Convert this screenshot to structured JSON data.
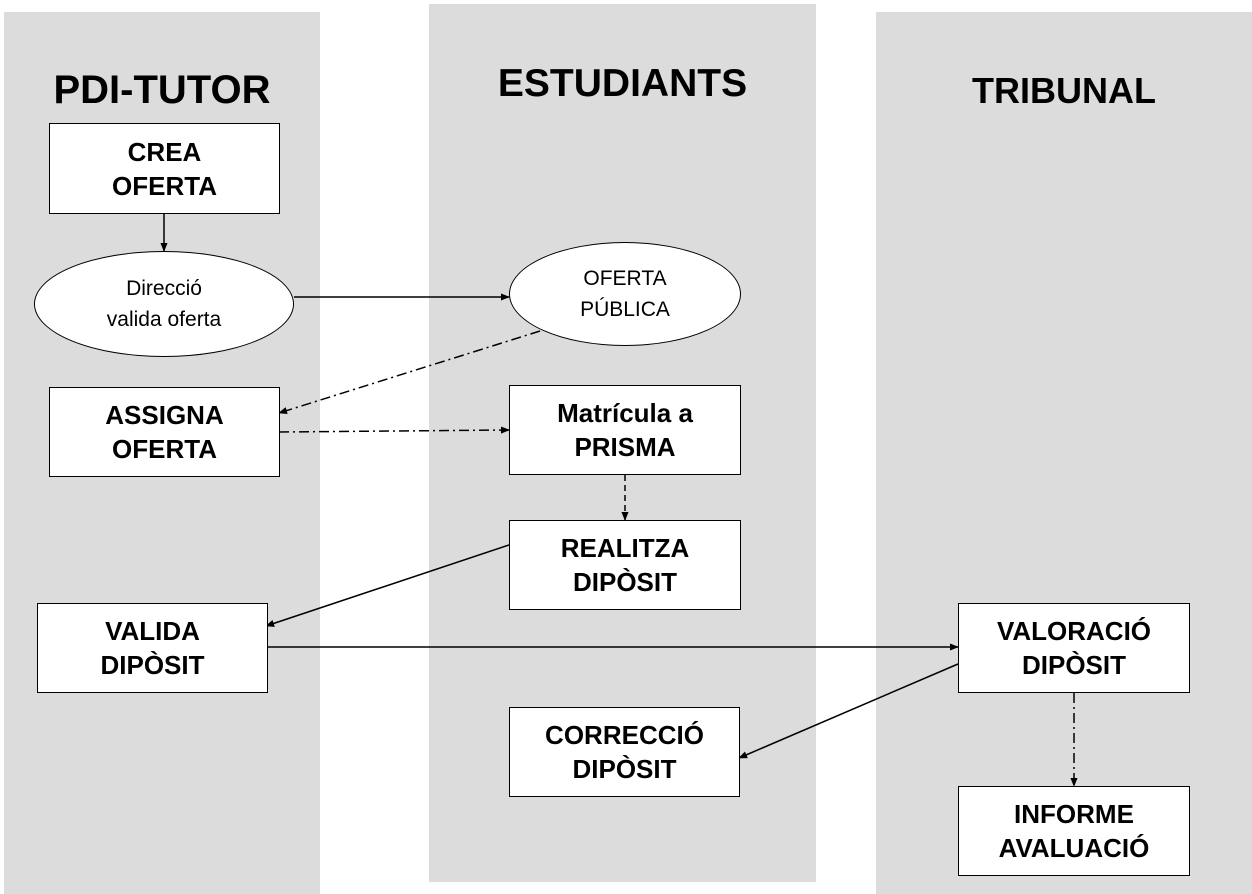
{
  "lanes": {
    "pdi": "PDI-TUTOR",
    "estudiants": "ESTUDIANTS",
    "tribunal": "TRIBUNAL"
  },
  "nodes": {
    "crea_oferta": [
      "CREA",
      "OFERTA"
    ],
    "direccio_valida": [
      "Direcció",
      "valida oferta"
    ],
    "oferta_publica": [
      "OFERTA",
      "PÚBLICA"
    ],
    "assigna_oferta": [
      "ASSIGNA",
      "OFERTA"
    ],
    "matricula_prisma": [
      "Matrícula a",
      "PRISMA"
    ],
    "realitza_diposit": [
      "REALITZA",
      "DIPÒSIT"
    ],
    "valida_diposit": [
      "VALIDA",
      "DIPÒSIT"
    ],
    "valoracio_diposit": [
      "VALORACIÓ",
      "DIPÒSIT"
    ],
    "correccio_diposit": [
      "CORRECCIÓ",
      "DIPÒSIT"
    ],
    "informe_avaluacio": [
      "INFORME",
      "AVALUACIÓ"
    ]
  },
  "colors": {
    "lane_background": "#dcdcdc",
    "node_fill": "#ffffff",
    "stroke": "#000000"
  }
}
